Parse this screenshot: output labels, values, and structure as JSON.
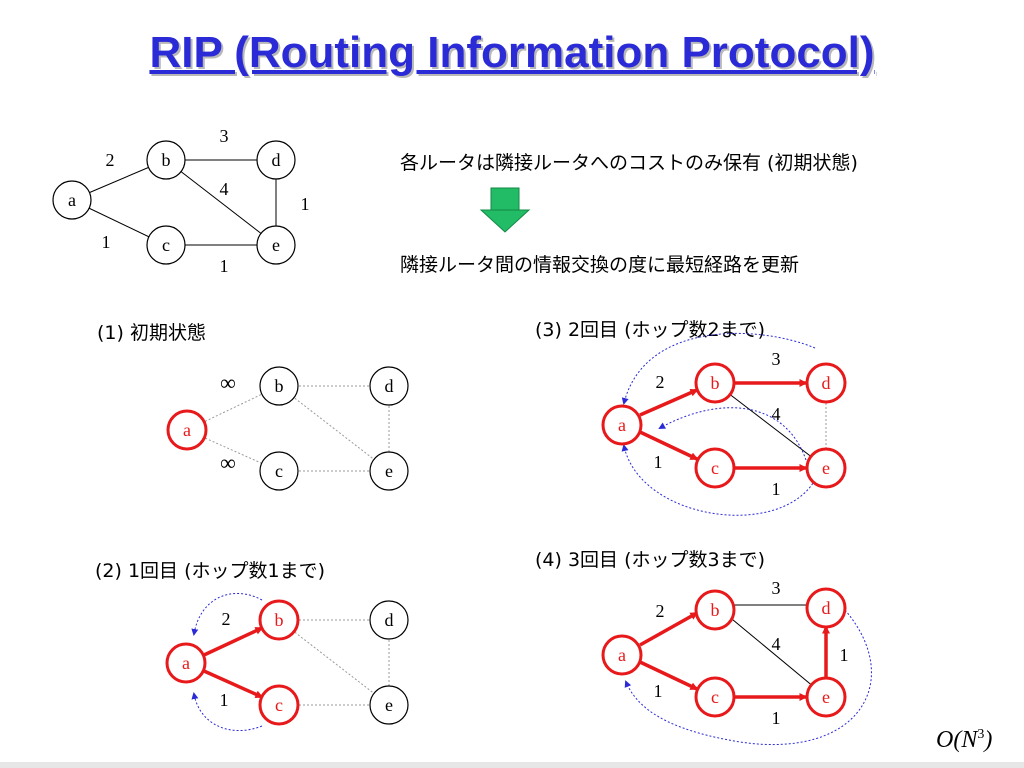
{
  "title": "RIP (Routing Information Protocol)",
  "description_line1": "各ルータは隣接ルータへのコストのみ保有 (初期状態)",
  "description_line2": "隣接ルータ間の情報交換の度に最短経路を更新",
  "arrow_color": "#22bb66",
  "accent_color": "#e8191a",
  "link_color": "#2a2ad6",
  "complexity": {
    "prefix": "O(N",
    "exponent": "3",
    "suffix": ")"
  },
  "base_graph": {
    "nodes": [
      "a",
      "b",
      "c",
      "d",
      "e"
    ],
    "edge_costs": {
      "ab": "2",
      "ac": "1",
      "bd": "3",
      "be": "4",
      "ce": "1",
      "de": "1"
    }
  },
  "panels": [
    {
      "caption": "(1) 初期状態",
      "labels": {
        "ab": "∞",
        "ac": "∞"
      }
    },
    {
      "caption": "(2) 1回目 (ホップ数1まで)",
      "labels": {
        "ab": "2",
        "ac": "1"
      }
    },
    {
      "caption": "(3) 2回目 (ホップ数2まで)",
      "labels": {
        "ab": "2",
        "ac": "1",
        "bd": "3",
        "be": "4",
        "ce": "1"
      }
    },
    {
      "caption": "(4) 3回目 (ホップ数3まで)",
      "labels": {
        "ab": "2",
        "ac": "1",
        "bd": "3",
        "be": "4",
        "ce": "1",
        "de": "1"
      }
    }
  ]
}
